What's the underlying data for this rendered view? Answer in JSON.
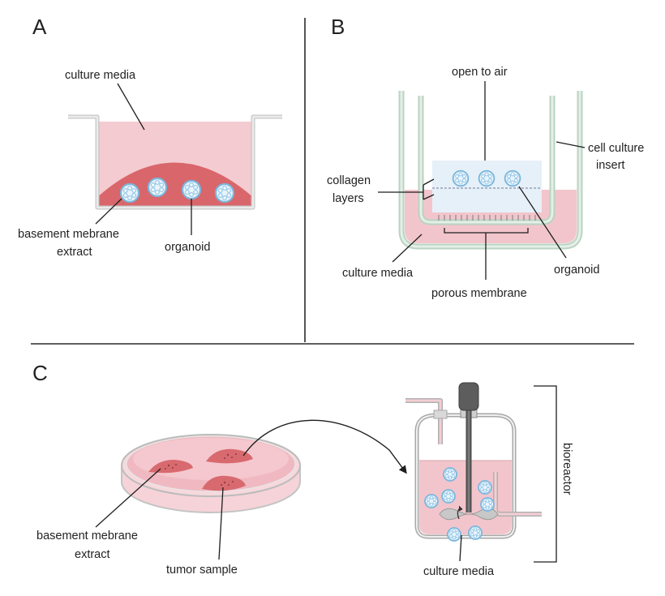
{
  "panels": {
    "a": {
      "letter": "A",
      "labels": {
        "culture_media": "culture media",
        "bme_line1": "basement mebrane",
        "bme_line2": "extract",
        "organoid": "organoid"
      }
    },
    "b": {
      "letter": "B",
      "labels": {
        "open_to_air": "open to air",
        "insert_line1": "cell culture",
        "insert_line2": "insert",
        "collagen_line1": "collagen",
        "collagen_line2": "layers",
        "culture_media": "culture media",
        "organoid": "organoid",
        "porous_membrane": "porous membrane"
      }
    },
    "c": {
      "letter": "C",
      "labels": {
        "bme_line1": "basement mebrane",
        "bme_line2": "extract",
        "tumor_sample": "tumor sample",
        "culture_media": "culture media",
        "bioreactor": "bioreactor"
      }
    }
  },
  "colors": {
    "media_pink": "#f2c5cc",
    "bme_red": "#d9666b",
    "organoid_blue": "#7ab7dd",
    "well_wall": "#c9dccf",
    "air_blue": "#e6f0f8"
  },
  "icons": {
    "organoid": "organoid-icon",
    "arrow": "curved-arrow-icon"
  }
}
